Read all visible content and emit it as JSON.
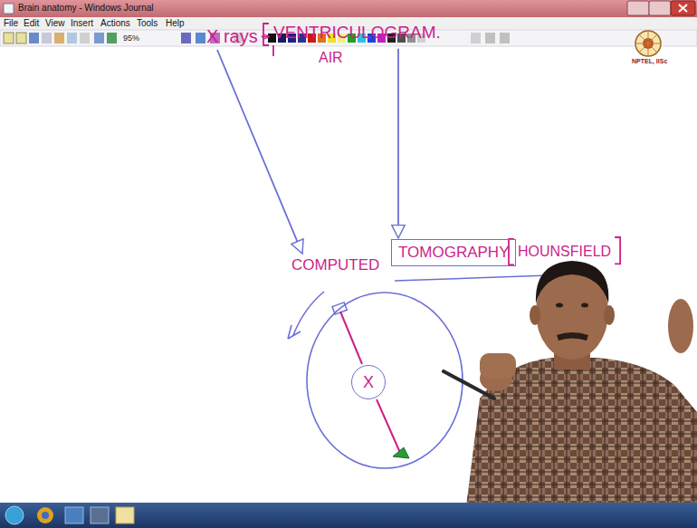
{
  "diagram": {
    "nodes": [
      {
        "text": [
          "X rays"
        ]
      },
      {
        "text": [
          "VENTRICULOGRAM."
        ]
      },
      {
        "text": [
          "AIR"
        ]
      },
      {
        "text": [
          "COMPUTED"
        ]
      },
      {
        "text": [
          "TOMOGRAPHY"
        ]
      },
      {
        "text": [
          "HOUNSFIELD"
        ]
      },
      {
        "text": [
          "X"
        ]
      }
    ],
    "edges": [
      {
        "from": 0,
        "to": 1,
        "arrow": "to"
      },
      {
        "from": 0,
        "to": 3,
        "arrow": "to"
      },
      {
        "from": 1,
        "to": 4,
        "arrow": "to"
      }
    ],
    "labels": [
      "Brain anatomy - Windows Journal",
      "File",
      "Edit",
      "View",
      "Insert",
      "Actions",
      "Tools",
      "Help",
      "95%",
      "NPTEL, IISc"
    ]
  }
}
